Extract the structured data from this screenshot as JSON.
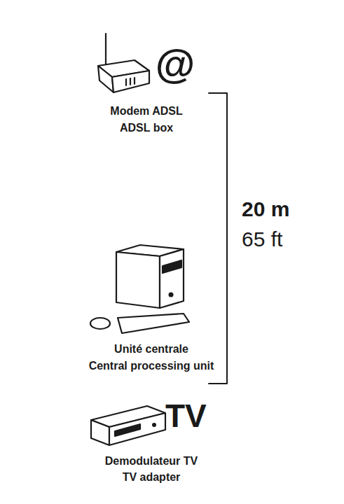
{
  "diagram": {
    "labels": [
      "@",
      "Modem ADSL",
      "ADSL box",
      "20 m",
      "65 ft",
      "Unité centrale",
      "Central processing unit",
      "TV",
      "Demodulateur TV",
      "TV adapter"
    ]
  }
}
